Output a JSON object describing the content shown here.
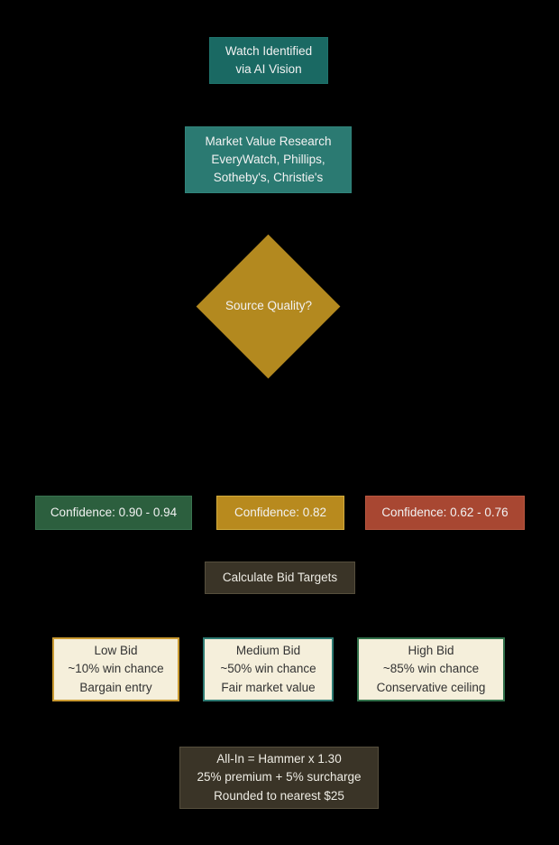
{
  "flowchart": {
    "background_color": "#000000",
    "nodes": {
      "start": {
        "lines": [
          "Watch Identified",
          "via AI Vision"
        ],
        "fill": "#1a6963",
        "text_color": "#f2f2f2"
      },
      "research": {
        "lines": [
          "Market Value Research",
          "EveryWatch, Phillips,",
          "Sotheby's, Christie's"
        ],
        "fill": "#2b7a72",
        "text_color": "#f2f2f2"
      },
      "decision": {
        "label": "Source Quality?",
        "shape": "diamond",
        "fill": "#b3891f",
        "text_color": "#f2f2f2"
      },
      "confidence_high": {
        "label": "Confidence: 0.90 - 0.94",
        "fill": "#2c5f3e",
        "text_color": "#f2f2f2"
      },
      "confidence_medium": {
        "label": "Confidence: 0.82",
        "fill": "#b88a1e",
        "text_color": "#f2f2f2"
      },
      "confidence_low": {
        "label": "Confidence: 0.62 - 0.76",
        "fill": "#a84732",
        "text_color": "#f2f2f2"
      },
      "calculate": {
        "label": "Calculate Bid Targets",
        "fill": "#3a3427",
        "text_color": "#edebe3"
      },
      "low_bid": {
        "lines": [
          "Low Bid",
          "~10% win chance",
          "Bargain entry"
        ],
        "fill": "#f5efdb",
        "border_color": "#ca9a31",
        "text_color": "#333333"
      },
      "medium_bid": {
        "lines": [
          "Medium Bid",
          "~50% win chance",
          "Fair market value"
        ],
        "fill": "#f5efdb",
        "border_color": "#2e7b73",
        "text_color": "#333333"
      },
      "high_bid": {
        "lines": [
          "High Bid",
          "~85% win chance",
          "Conservative ceiling"
        ],
        "fill": "#f5efdb",
        "border_color": "#31704a",
        "text_color": "#333333"
      },
      "all_in": {
        "lines": [
          "All-In = Hammer x 1.30",
          "25% premium + 5% surcharge",
          "Rounded to nearest $25"
        ],
        "fill": "#3a3427",
        "text_color": "#edebe3"
      }
    }
  }
}
